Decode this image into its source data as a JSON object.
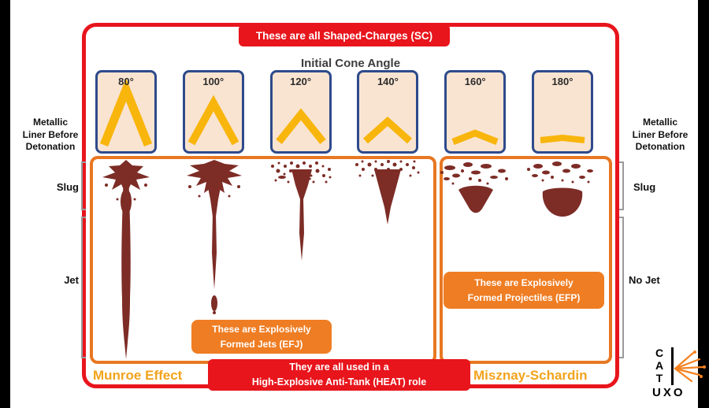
{
  "top_banner": {
    "label": "These are all Shaped-Charges (SC)"
  },
  "cone_section": {
    "title": "Initial Cone Angle",
    "angles": [
      "80°",
      "100°",
      "120°",
      "140°",
      "160°",
      "180°"
    ]
  },
  "liner_label": {
    "line1": "Metallic",
    "line2": "Liner Before",
    "line3": "Detonation"
  },
  "row_labels": {
    "left_slug": "Slug",
    "left_jet": "Jet",
    "right_slug": "Slug",
    "right_no_jet": "No Jet"
  },
  "callouts": {
    "efj": {
      "line1": "These are Explosively",
      "line2": "Formed Jets (EFJ)"
    },
    "efp": {
      "line1": "These are Explosively",
      "line2": "Formed Projectiles (EFP)"
    }
  },
  "bottom": {
    "left_title": "Munroe Effect",
    "banner_line1": "They are all used in a",
    "banner_line2": "High-Explosive Anti-Tank (HEAT) role",
    "right_title": "Misznay-Schardin"
  },
  "logo": {
    "l1": "C",
    "l2": "A",
    "l3": "T",
    "bottom": "UXO"
  },
  "colors": {
    "red": "#e8151c",
    "orange_box": "#e87722",
    "callout_orange": "#ef7d23",
    "liner_gold": "#f8b50c",
    "splatter_maroon": "#7d2c26",
    "cone_fill": "#f9e4d1",
    "cone_border": "#2e4a8c",
    "effect_title": "#f2a31c"
  }
}
